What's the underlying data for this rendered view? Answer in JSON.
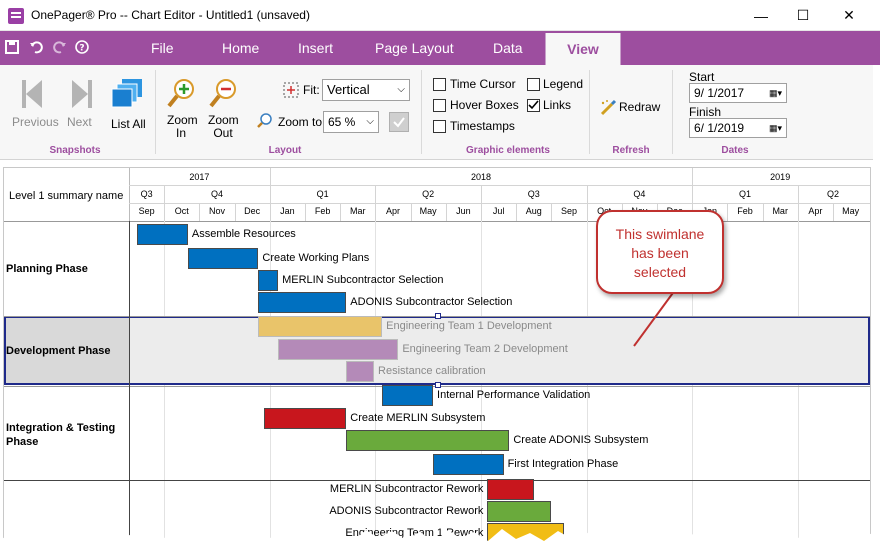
{
  "window": {
    "title": "OnePager® Pro --  Chart Editor - Untitled1 (unsaved)",
    "minimize": "—",
    "maximize": "☐",
    "close": "✕"
  },
  "quick_access": [
    "save-icon",
    "undo-icon",
    "redo-icon",
    "help-icon"
  ],
  "menu": {
    "tabs": [
      "File",
      "Home",
      "Insert",
      "Page Layout",
      "Data",
      "View"
    ],
    "active": "View"
  },
  "ribbon": {
    "snapshots": {
      "label": "Snapshots",
      "previous": "Previous",
      "next": "Next",
      "list_all": "List All"
    },
    "layout": {
      "label": "Layout",
      "zoom_in": [
        "Zoom",
        "In"
      ],
      "zoom_out": [
        "Zoom",
        "Out"
      ],
      "fit_label": "Fit:",
      "fit_value": "Vertical",
      "zoom_to_label": "Zoom to:",
      "zoom_to_value": "65 %"
    },
    "graphic_elements": {
      "label": "Graphic elements",
      "time_cursor": "Time Cursor",
      "time_cursor_checked": false,
      "hover_boxes": "Hover Boxes",
      "hover_boxes_checked": false,
      "timestamps": "Timestamps",
      "timestamps_checked": false,
      "legend": "Legend",
      "legend_checked": false,
      "links": "Links",
      "links_checked": true
    },
    "refresh": {
      "label": "Refresh",
      "redraw": "Redraw"
    },
    "dates": {
      "label": "Dates",
      "start_label": "Start",
      "start_value": "9/  1/2017",
      "finish_label": "Finish",
      "finish_value": "6/  1/2019"
    }
  },
  "chart": {
    "header_label": "Level 1 summary name",
    "years": [
      "2017",
      "2018",
      "2019"
    ],
    "quarters": [
      "Q3",
      "Q4",
      "Q1",
      "Q2",
      "Q3",
      "Q4",
      "Q1",
      "Q2"
    ],
    "months": [
      "Sep",
      "Oct",
      "Nov",
      "Dec",
      "Jan",
      "Feb",
      "Mar",
      "Apr",
      "May",
      "Jun",
      "Jul",
      "Aug",
      "Sep",
      "Oct",
      "Nov",
      "Dec",
      "Jan",
      "Feb",
      "Mar",
      "Apr",
      "May"
    ],
    "lanes": [
      {
        "name": "Planning Phase",
        "selected": false
      },
      {
        "name": "Development Phase",
        "selected": true
      },
      {
        "name": "Integration & Testing Phase",
        "selected": false
      },
      {
        "name": "",
        "selected": false
      }
    ],
    "tasks": [
      {
        "label": "Assemble Resources",
        "color": "#0070c0",
        "start": "2017-09-01",
        "end": "2017-10-15",
        "label_side": "right",
        "dimmed": false
      },
      {
        "label": "Create Working Plans",
        "color": "#0070c0",
        "start": "2017-10-15",
        "end": "2017-12-15",
        "label_side": "right",
        "dimmed": false
      },
      {
        "label": "MERLIN Subcontractor Selection",
        "color": "#0070c0",
        "start": "2017-12-15",
        "end": "2018-01-01",
        "label_side": "right",
        "dimmed": false
      },
      {
        "label": "ADONIS Subcontractor Selection",
        "color": "#0070c0",
        "start": "2017-12-15",
        "end": "2018-03-01",
        "label_side": "right",
        "dimmed": false
      },
      {
        "label": "Engineering Team 1 Development",
        "color": "#e9c46a",
        "start": "2017-12-15",
        "end": "2018-04-01",
        "label_side": "right",
        "dimmed": true
      },
      {
        "label": "Engineering Team 2 Development",
        "color": "#b48ab8",
        "start": "2018-01-01",
        "end": "2018-04-15",
        "label_side": "right",
        "dimmed": true
      },
      {
        "label": "Resistance calibration",
        "color": "#b48ab8",
        "start": "2018-03-01",
        "end": "2018-03-25",
        "label_side": "right",
        "dimmed": true
      },
      {
        "label": "Internal Performance Validation",
        "color": "#0070c0",
        "start": "2018-04-01",
        "end": "2018-05-15",
        "label_side": "right",
        "dimmed": false
      },
      {
        "label": "Create MERLIN Subsystem",
        "color": "#c8161d",
        "start": "2017-12-20",
        "end": "2018-03-01",
        "label_side": "right",
        "dimmed": false
      },
      {
        "label": "Create ADONIS Subsystem",
        "color": "#6aaa3c",
        "start": "2018-03-01",
        "end": "2018-07-20",
        "label_side": "right",
        "dimmed": false
      },
      {
        "label": "First Integration Phase",
        "color": "#0070c0",
        "start": "2018-05-15",
        "end": "2018-07-15",
        "label_side": "right",
        "dimmed": false
      },
      {
        "label": "MERLIN Subcontractor Rework",
        "color": "#c8161d",
        "start": "2018-07-01",
        "end": "2018-08-10",
        "label_side": "left",
        "dimmed": false
      },
      {
        "label": "ADONIS Subcontractor Rework",
        "color": "#6aaa3c",
        "start": "2018-07-01",
        "end": "2018-08-25",
        "label_side": "left",
        "dimmed": false
      },
      {
        "label": "Engineering Team 1 Rework",
        "color": "#f1bd15",
        "start": "2018-07-01",
        "end": "2018-09-05",
        "label_side": "left",
        "dimmed": false
      }
    ],
    "callout": [
      "This swimlane",
      "has been",
      "selected"
    ]
  }
}
